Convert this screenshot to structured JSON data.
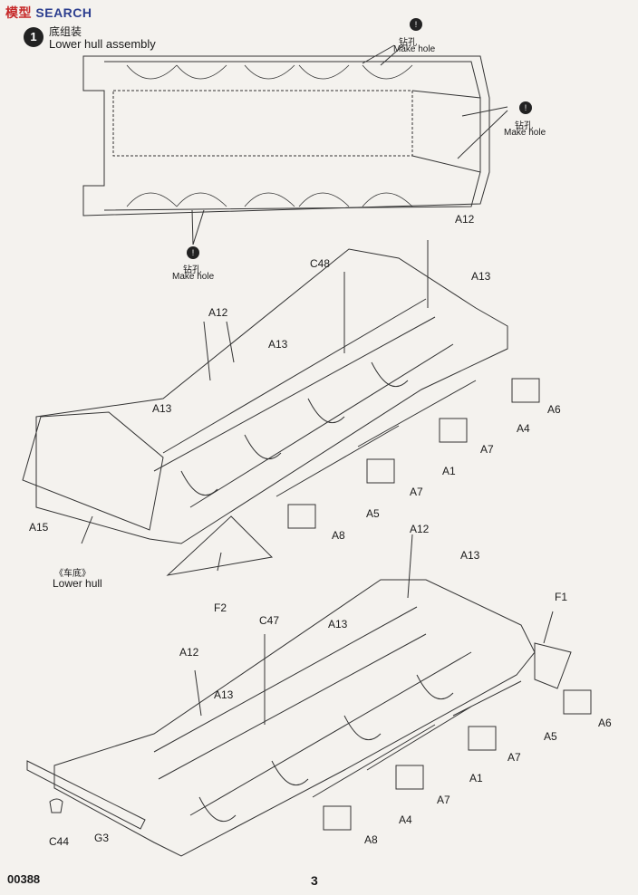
{
  "watermark": {
    "part1": "模型",
    "part2": "SEARCH"
  },
  "step": {
    "number": "1",
    "title_cn": "底组装",
    "title_en": "Lower hull assembly"
  },
  "notes": {
    "make_hole_cn": "钻孔",
    "make_hole_en": "Make hole",
    "badge": "!"
  },
  "upper_assembly_labels": {
    "a12": "A12",
    "a13": "A13",
    "c48": "C48",
    "a13b": "A13",
    "a12b": "A12",
    "a13c": "A13",
    "a6": "A6",
    "a4": "A4",
    "a7": "A7",
    "a1": "A1",
    "a7b": "A7",
    "a5": "A5",
    "a8": "A8",
    "a15": "A15",
    "f2": "F2",
    "lower_hull_cn": "《车底》",
    "lower_hull_en": "Lower hull"
  },
  "lower_assembly_labels": {
    "a12": "A12",
    "a13": "A13",
    "f1": "F1",
    "c47": "C47",
    "a13b": "A13",
    "a12b": "A12",
    "a13c": "A13",
    "a6": "A6",
    "a5": "A5",
    "a7": "A7",
    "a1": "A1",
    "a7b": "A7",
    "a4": "A4",
    "a8": "A8",
    "c44": "C44",
    "g3": "G3"
  },
  "footer": {
    "code": "00388",
    "page": "3"
  }
}
